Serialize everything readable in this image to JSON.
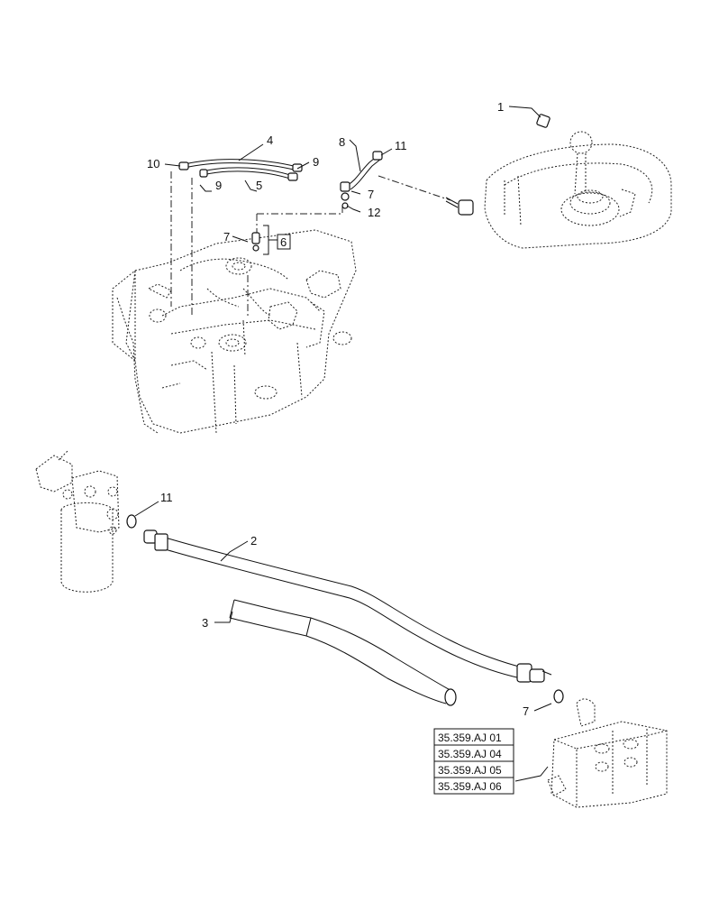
{
  "callouts": {
    "c1": "1",
    "c2": "2",
    "c3": "3",
    "c4": "4",
    "c5": "5",
    "c6": "6",
    "c7a": "7",
    "c7b": "7",
    "c7c": "7",
    "c8": "8",
    "c9a": "9",
    "c9b": "9",
    "c10": "10",
    "c11a": "11",
    "c11b": "11",
    "c12": "12"
  },
  "references": [
    "35.359.AJ 01",
    "35.359.AJ 04",
    "35.359.AJ 05",
    "35.359.AJ 06"
  ],
  "colors": {
    "ink": "#111111",
    "paper": "#ffffff"
  }
}
